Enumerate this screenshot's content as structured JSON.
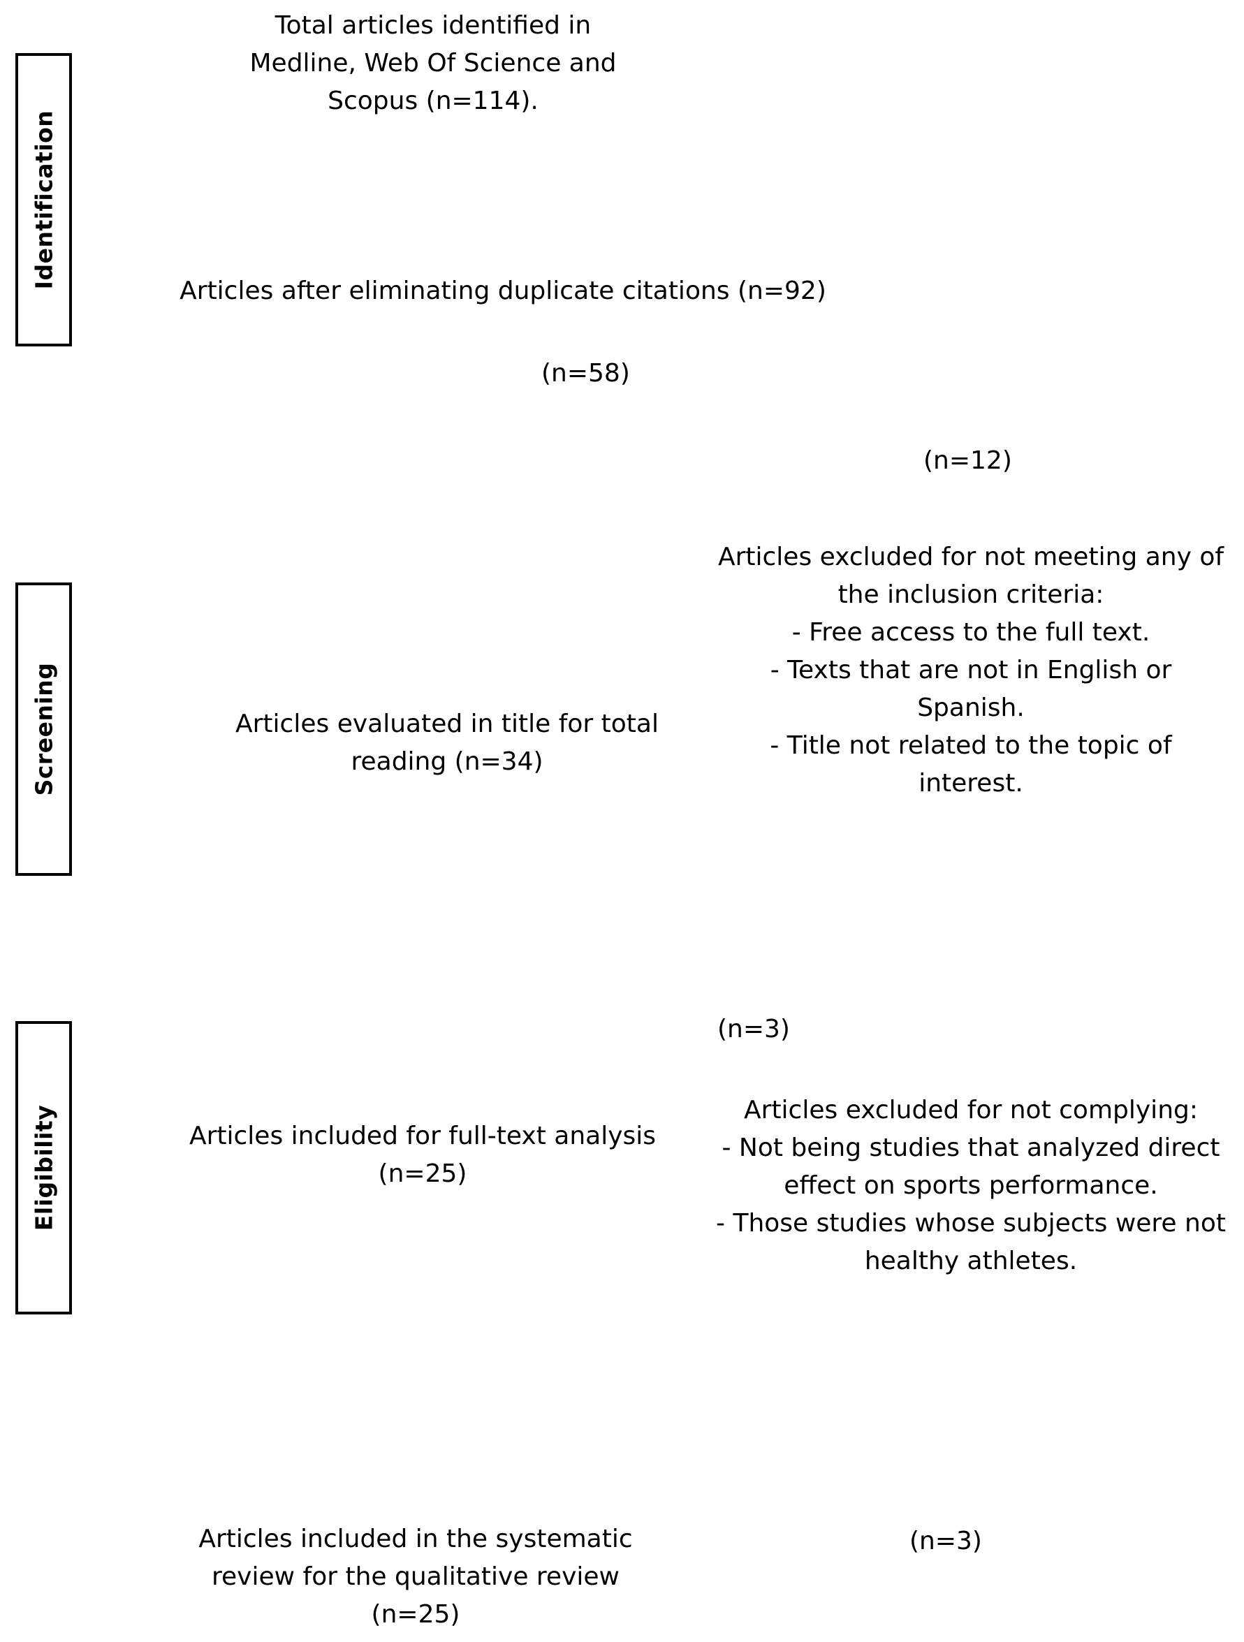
{
  "stages": {
    "identification": "Identification",
    "screening": "Screening",
    "eligibility": "Eligibility"
  },
  "boxes": {
    "identified": "Total articles identified in\nMedline, Web Of Science and\nScopus (n=114).",
    "after_duplicates": "Articles after eliminating duplicate citations (n=92)",
    "title_evaluated": "Articles evaluated in title for total\nreading (n=34)",
    "excluded_inclusion": "Articles excluded for not meeting any of\nthe inclusion criteria:\n- Free access to the full text.\n- Texts that are not in English or\nSpanish.\n- Title not related to the topic of\ninterest.",
    "full_text": "Articles included for full-text analysis\n(n=25)",
    "excluded_complying": "Articles excluded for not complying:\n- Not being studies that analyzed direct\neffect on sports performance.\n- Those studies whose subjects were not\nhealthy athletes.",
    "included_review": "Articles included in the systematic\nreview for the qualitative review\n(n=25)"
  },
  "counts": {
    "n58": "(n=58)",
    "n12": "(n=12)",
    "n3_eligibility": "(n=3)",
    "n3_final": "(n=3)"
  }
}
